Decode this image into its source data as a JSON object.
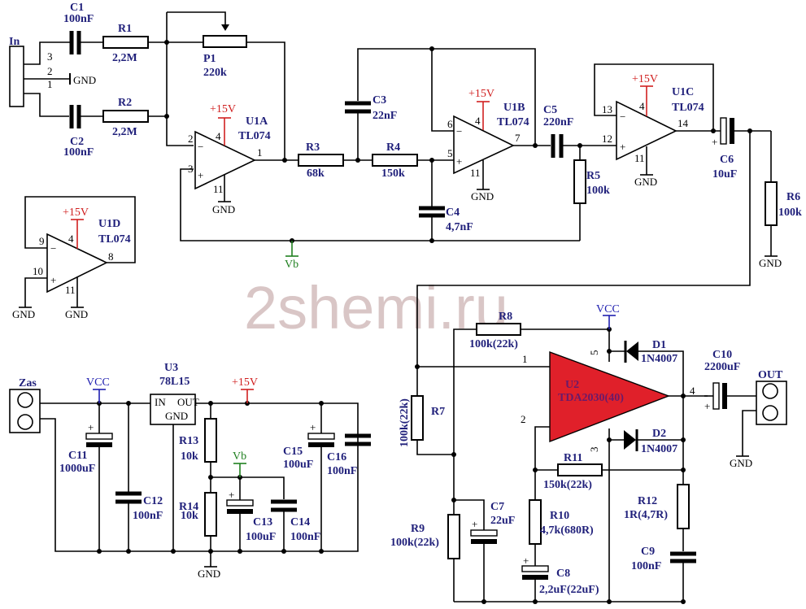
{
  "watermark": "2shemi.ru",
  "colors": {
    "supply_pos": "#d02020",
    "bias": "#208020",
    "vcc": "#2020b0",
    "amp_fill": "#e0202a",
    "label": "#1f1f7a"
  },
  "connectors": {
    "in": {
      "name": "In",
      "pins": [
        "3",
        "2",
        "1"
      ]
    },
    "zas": {
      "name": "Zas"
    },
    "out": {
      "name": "OUT"
    }
  },
  "nets": {
    "gnd": "GND",
    "v15": "+15V",
    "vb": "Vb",
    "vcc": "VCC"
  },
  "components": {
    "C1": {
      "ref": "C1",
      "value": "100nF"
    },
    "C2": {
      "ref": "C2",
      "value": "100nF"
    },
    "R1": {
      "ref": "R1",
      "value": "2,2M"
    },
    "R2": {
      "ref": "R2",
      "value": "2,2M"
    },
    "P1": {
      "ref": "P1",
      "value": "220k"
    },
    "U1A": {
      "ref": "U1A",
      "value": "TL074",
      "pins": [
        "2",
        "3",
        "4",
        "11",
        "1"
      ]
    },
    "U1B": {
      "ref": "U1B",
      "value": "TL074",
      "pins": [
        "6",
        "5",
        "4",
        "11",
        "7"
      ]
    },
    "U1C": {
      "ref": "U1C",
      "value": "TL074",
      "pins": [
        "13",
        "12",
        "4",
        "11",
        "14"
      ]
    },
    "U1D": {
      "ref": "U1D",
      "value": "TL074",
      "pins": [
        "9",
        "10",
        "4",
        "11",
        "8"
      ]
    },
    "R3": {
      "ref": "R3",
      "value": "68k"
    },
    "R4": {
      "ref": "R4",
      "value": "150k"
    },
    "C3": {
      "ref": "C3",
      "value": "22nF"
    },
    "C4": {
      "ref": "C4",
      "value": "4,7nF"
    },
    "C5": {
      "ref": "C5",
      "value": "220nF"
    },
    "R5": {
      "ref": "R5",
      "value": "100k"
    },
    "C6": {
      "ref": "C6",
      "value": "10uF"
    },
    "R6": {
      "ref": "R6",
      "value": "100k"
    },
    "U3": {
      "ref": "U3",
      "value": "78L15",
      "pin_in": "IN",
      "pin_out": "OUT",
      "pin_gnd": "GND"
    },
    "C11": {
      "ref": "C11",
      "value": "1000uF"
    },
    "C12": {
      "ref": "C12",
      "value": "100nF"
    },
    "R13": {
      "ref": "R13",
      "value": "10k"
    },
    "R14": {
      "ref": "R14",
      "value": "10k"
    },
    "C13": {
      "ref": "C13",
      "value": "100uF"
    },
    "C14": {
      "ref": "C14",
      "value": "100nF"
    },
    "C15": {
      "ref": "C15",
      "value": "100uF"
    },
    "C16": {
      "ref": "C16",
      "value": "100nF"
    },
    "U2": {
      "ref": "U2",
      "value": "TDA2030(40)",
      "pins": [
        "1",
        "2",
        "3",
        "4",
        "5"
      ]
    },
    "R7": {
      "ref": "R7",
      "value": "100k(22k)"
    },
    "R8": {
      "ref": "R8",
      "value": "100k(22k)"
    },
    "R9": {
      "ref": "R9",
      "value": "100k(22k)"
    },
    "R10": {
      "ref": "R10",
      "value": "4,7k(680R)"
    },
    "R11": {
      "ref": "R11",
      "value": "150k(22k)"
    },
    "R12": {
      "ref": "R12",
      "value": "1R(4,7R)"
    },
    "C7": {
      "ref": "C7",
      "value": "22uF"
    },
    "C8": {
      "ref": "C8",
      "value": "2,2uF(22uF)"
    },
    "C9": {
      "ref": "C9",
      "value": "100nF"
    },
    "C10": {
      "ref": "C10",
      "value": "2200uF"
    },
    "D1": {
      "ref": "D1",
      "value": "1N4007"
    },
    "D2": {
      "ref": "D2",
      "value": "1N4007"
    }
  }
}
